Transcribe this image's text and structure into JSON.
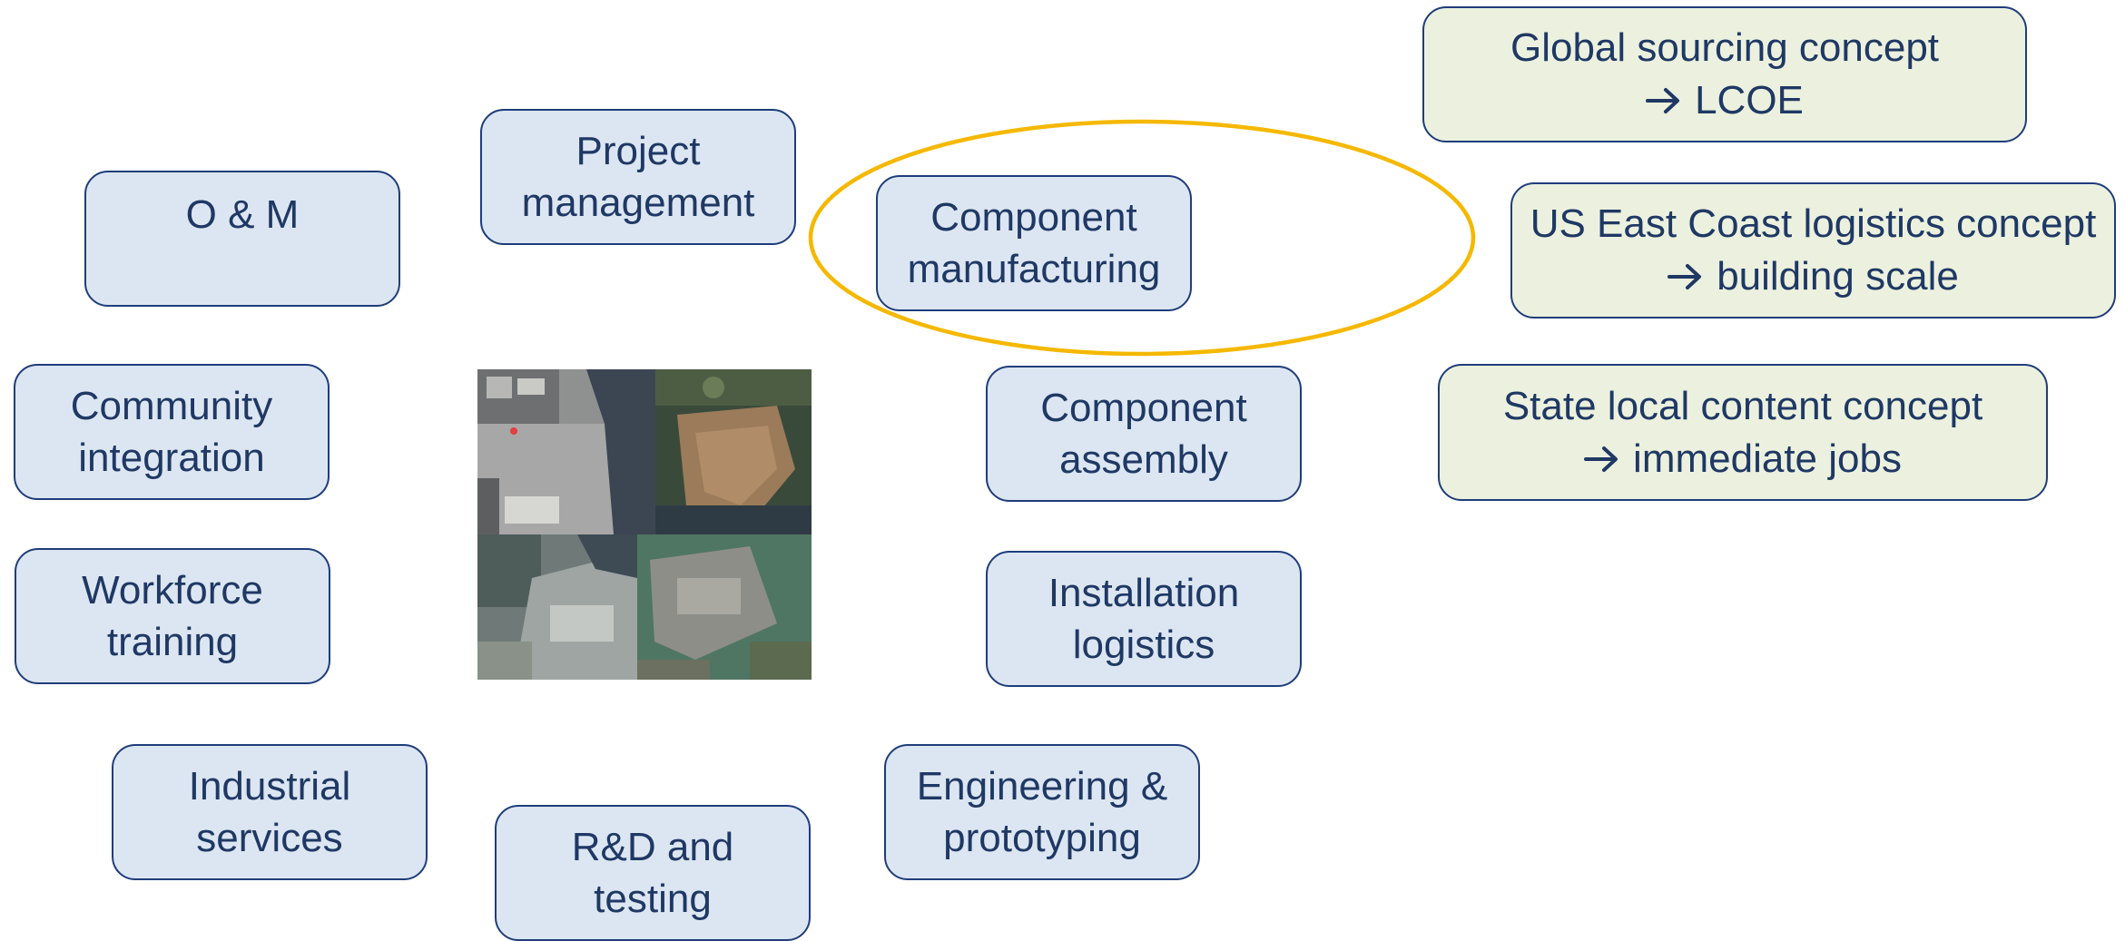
{
  "activities": {
    "om": "O & M",
    "project_management": "Project\nmanagement",
    "component_manufacturing": "Component\nmanufacturing",
    "community_integration": "Community\nintegration",
    "component_assembly": "Component\nassembly",
    "workforce_training": "Workforce\ntraining",
    "installation_logistics": "Installation\nlogistics",
    "industrial_services": "Industrial\nservices",
    "rd_testing": "R&D and\ntesting",
    "engineering_prototyping": "Engineering &\nprototyping"
  },
  "concepts": [
    {
      "title": "Global sourcing concept",
      "result": "LCOE"
    },
    {
      "title": "US East Coast logistics concept",
      "result": "building scale"
    },
    {
      "title": "State local content concept",
      "result": "immediate jobs"
    }
  ],
  "colors": {
    "activity_fill": "#dce6f2",
    "concept_fill": "#ebf1de",
    "border": "#1f3d7a",
    "text": "#1f3864",
    "highlight_ellipse": "#f5b800"
  },
  "images": {
    "port_aerial_collage": "aerial-photo-collage-icon"
  }
}
